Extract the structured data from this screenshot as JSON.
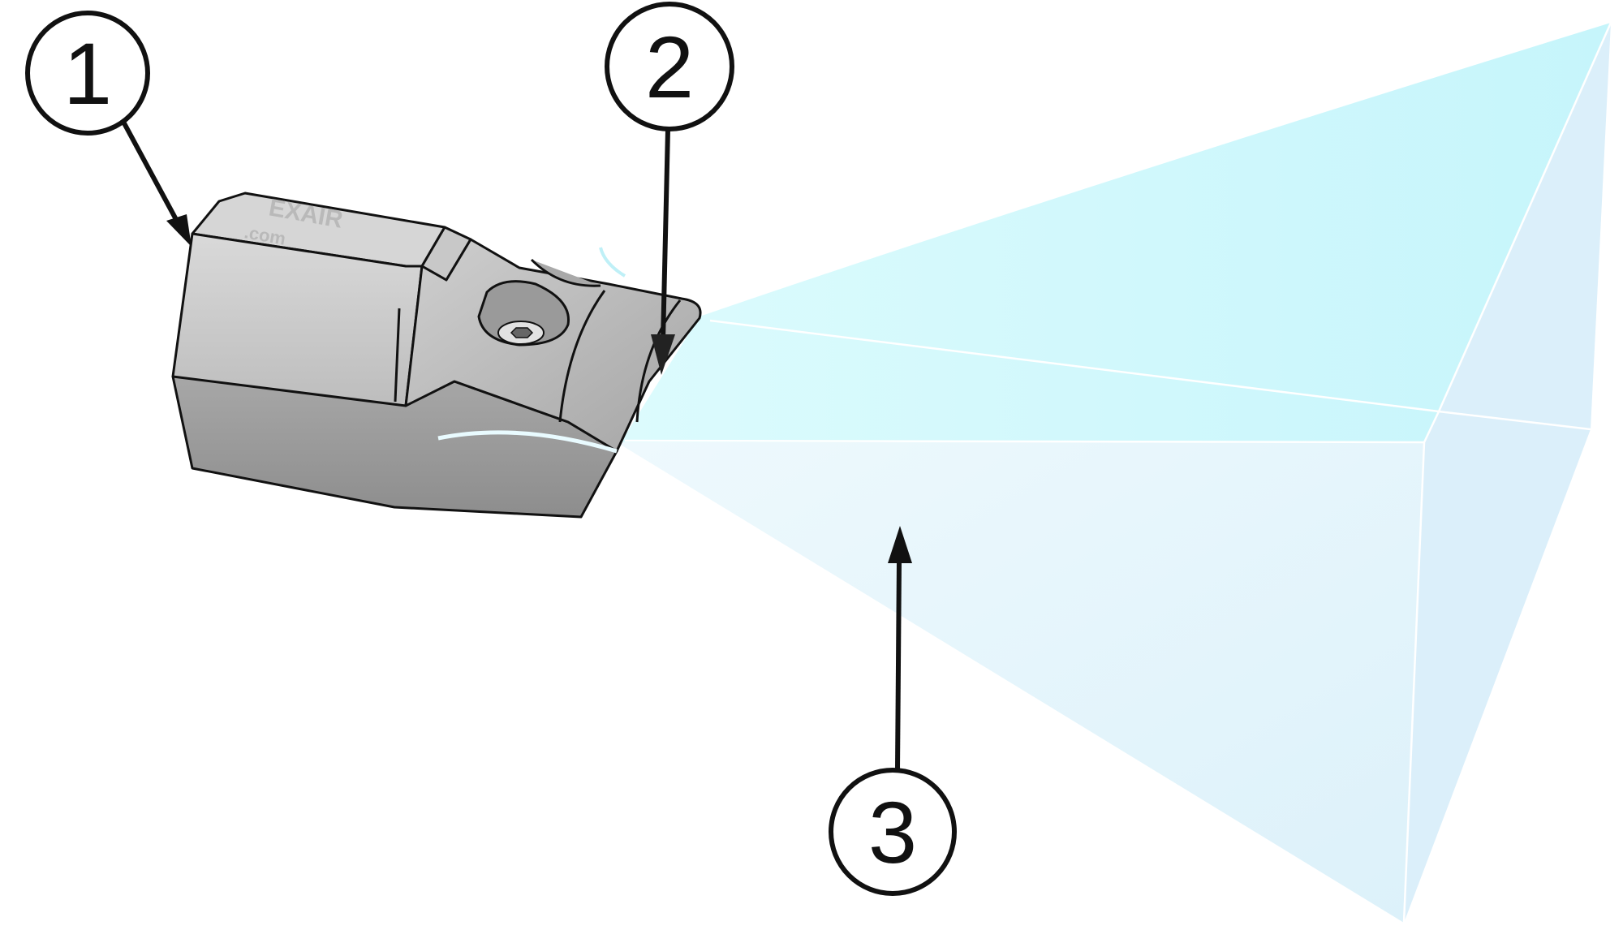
{
  "diagram": {
    "subject": "air nozzle with flat fan spray pattern",
    "colors": {
      "background": "#ffffff",
      "outline": "#111111",
      "metal_light": "#d4d4d4",
      "metal_mid": "#b3b3b3",
      "metal_dark": "#8e8e8e",
      "plume_upper": "#c8f6fb",
      "plume_lower": "#dff2fa",
      "plume_edge": "#ffffff"
    },
    "engraving": {
      "brand": "EXAIR",
      "domain": ".com"
    },
    "callouts": [
      {
        "id": "1",
        "label": "1",
        "points_to": "nozzle body"
      },
      {
        "id": "2",
        "label": "2",
        "points_to": "nozzle outlet"
      },
      {
        "id": "3",
        "label": "3",
        "points_to": "flat fan air stream"
      }
    ]
  }
}
